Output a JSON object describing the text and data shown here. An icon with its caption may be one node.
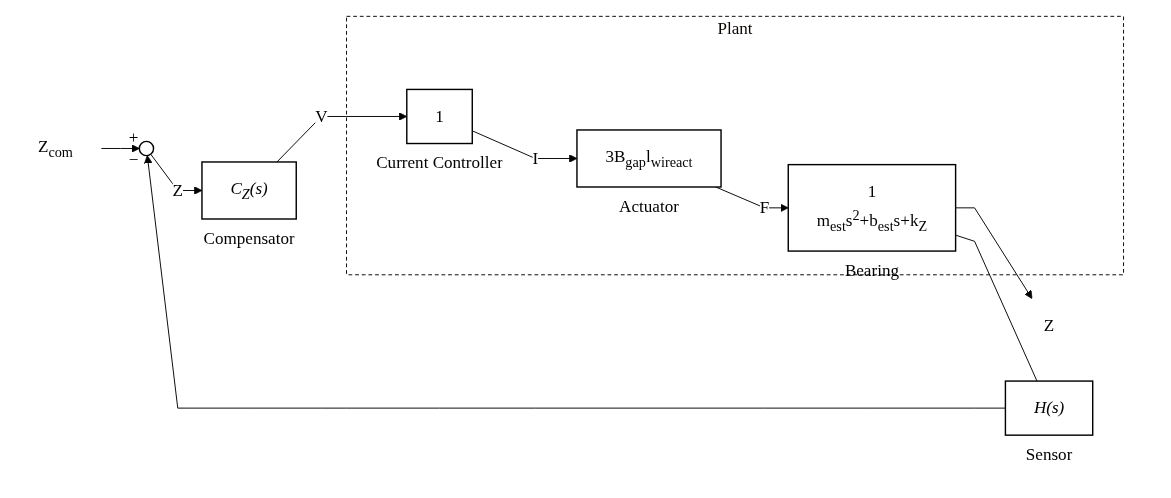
{
  "diagram": {
    "nodes": [
      {
        "text": [
          "Z$_{com}$"
        ]
      },
      {
        "text": [],
        "shape": "circle",
        "beside": [
          "+",
          "−"
        ]
      },
      {
        "text": [
          "C$_{Z}$(s)"
        ],
        "beside": [
          "Compensator"
        ]
      },
      {
        "text": [
          "Plant"
        ]
      },
      {
        "text": [
          "1"
        ],
        "in": 3,
        "beside": [
          "Current Controller"
        ]
      },
      {
        "text": [
          "3B$_{gap}$l$_{wireact}$"
        ],
        "in": 3,
        "beside": [
          "Actuator"
        ]
      },
      {
        "text": [
          "1",
          "m$_{est}$s$^{2}$+b$_{est}$s+k$_{Z}$"
        ],
        "in": 3,
        "beside": [
          "Bearing"
        ]
      },
      {
        "text": [
          "Z"
        ]
      },
      {
        "text": [
          "H(s)"
        ],
        "beside": [
          "Sensor"
        ]
      }
    ],
    "edges": [
      {
        "from": 0,
        "to": 1,
        "arrow": "to"
      },
      {
        "from": 1,
        "to": 2,
        "label": "Z",
        "arrow": "to"
      },
      {
        "from": 2,
        "to": 4,
        "label": "V",
        "arrow": "to"
      },
      {
        "from": 4,
        "to": 5,
        "label": "I",
        "arrow": "to"
      },
      {
        "from": 5,
        "to": 6,
        "label": "F",
        "arrow": "to"
      },
      {
        "from": 6,
        "to": 7,
        "arrow": "to"
      },
      {
        "from": 6,
        "to": 8,
        "arrow": "none"
      },
      {
        "from": 8,
        "to": 1,
        "arrow": "to"
      }
    ]
  }
}
